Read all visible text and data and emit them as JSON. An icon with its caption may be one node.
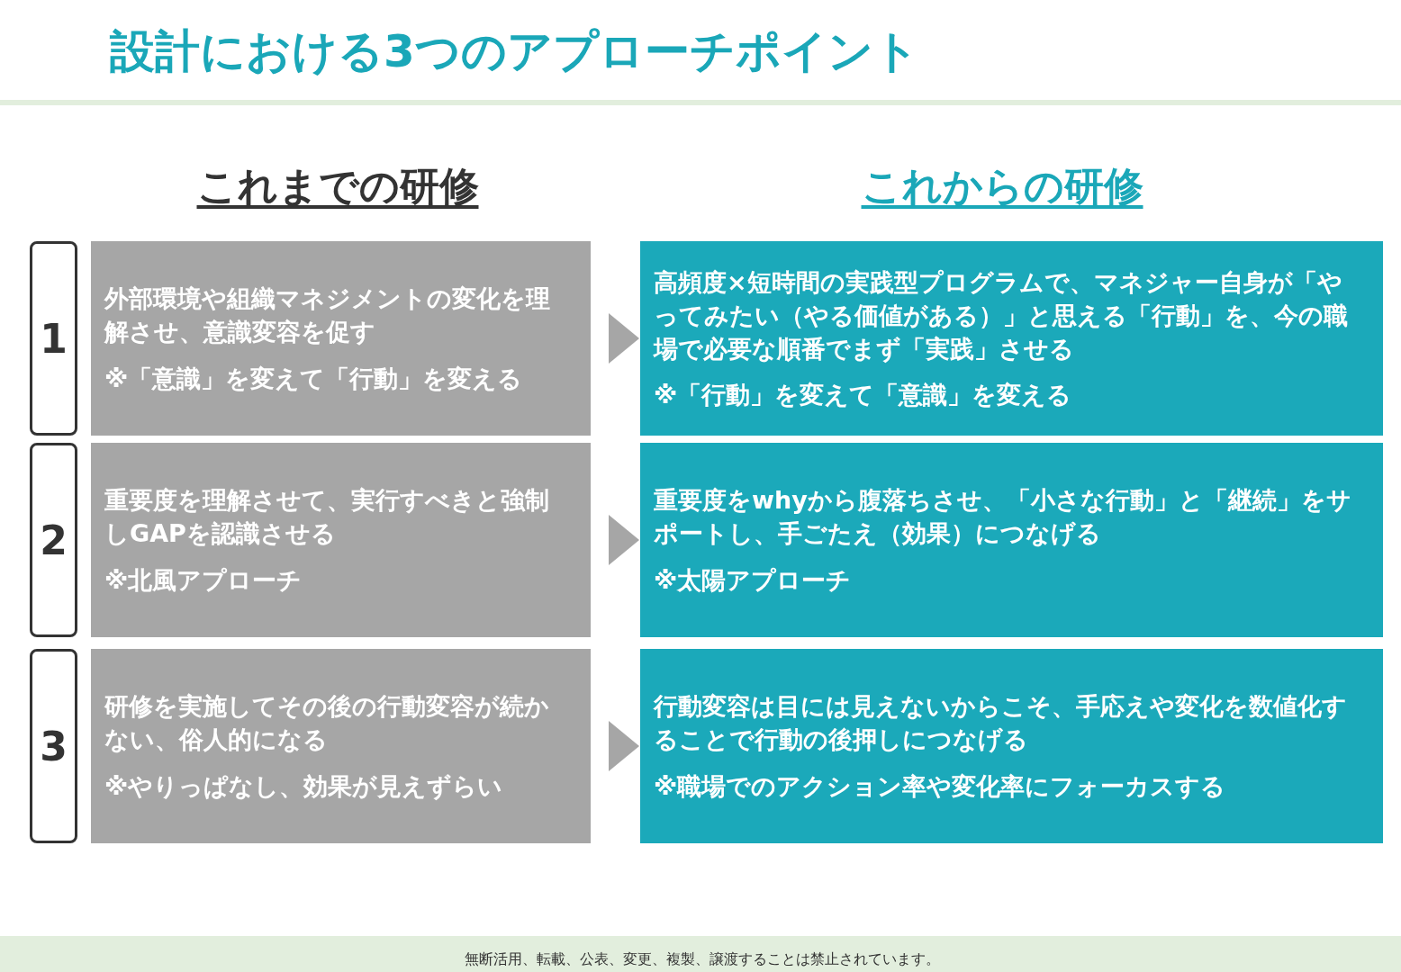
{
  "diagram": {
    "title": "設計における3つのアプローチポイント",
    "nodes": [
      {
        "text": [
          "1"
        ]
      },
      {
        "text": [
          "外部環境や組織マネジメントの変化を理解させ、意識変容を促す",
          "※「意識」を変えて「行動」を変える"
        ]
      },
      {
        "text": [
          "高頻度×短時間の実践型プログラムで、マネジャー自身が「やってみたい（やる価値がある）」と思える「行動」を、今の職場で必要な順番でまず「実践」させる",
          "※「行動」を変えて「意識」を変える"
        ]
      },
      {
        "text": [
          "2"
        ]
      },
      {
        "text": [
          "重要度を理解させて、実行すべきと強制しGAPを認識させる",
          "※北風アプローチ"
        ]
      },
      {
        "text": [
          "重要度をwhyから腹落ちさせ、「小さな行動」と「継続」をサポートし、手ごたえ（効果）につなげる",
          "※太陽アプローチ"
        ]
      },
      {
        "text": [
          "3"
        ]
      },
      {
        "text": [
          "研修を実施してその後の行動変容が続かない、俗人的になる",
          "※やりっぱなし、効果が見えずらい"
        ]
      },
      {
        "text": [
          "行動変容は目には見えないからこそ、手応えや変化を数値化することで行動の後押しにつなげる",
          "※職場でのアクション率や変化率にフォーカスする"
        ]
      }
    ],
    "edges": [
      {
        "from": 1,
        "to": 2,
        "arrow": "to"
      },
      {
        "from": 4,
        "to": 5,
        "arrow": "to"
      },
      {
        "from": 7,
        "to": 8,
        "arrow": "to"
      }
    ],
    "labels": [
      "これまでの研修",
      "これからの研修",
      "無断活用、転載、公表、変更、複製、譲渡することは禁止されています。"
    ]
  }
}
